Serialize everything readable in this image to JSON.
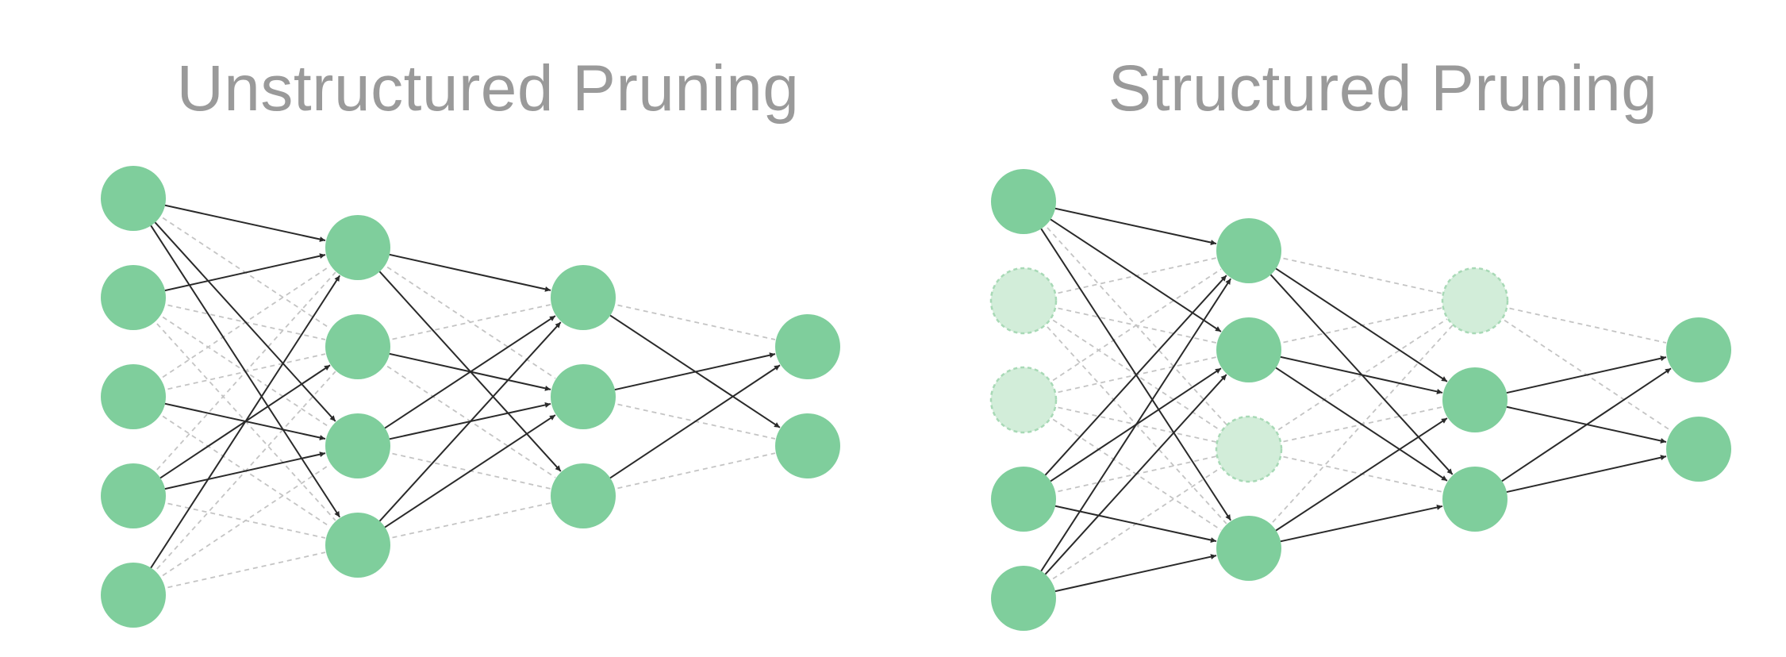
{
  "panels": {
    "unstructured": {
      "title": "Unstructured Pruning",
      "layers": [
        {
          "pruned": [
            false,
            false,
            false,
            false,
            false
          ]
        },
        {
          "pruned": [
            false,
            false,
            false,
            false
          ]
        },
        {
          "pruned": [
            false,
            false,
            false
          ]
        },
        {
          "pruned": [
            false,
            false
          ]
        }
      ],
      "kept_edges": [
        [
          [
            0,
            0
          ],
          [
            0,
            2
          ],
          [
            0,
            3
          ],
          [
            1,
            0
          ],
          [
            2,
            2
          ],
          [
            3,
            1
          ],
          [
            3,
            2
          ],
          [
            4,
            0
          ]
        ],
        [
          [
            0,
            0
          ],
          [
            0,
            2
          ],
          [
            1,
            1
          ],
          [
            2,
            0
          ],
          [
            2,
            1
          ],
          [
            3,
            0
          ],
          [
            3,
            1
          ]
        ],
        [
          [
            0,
            1
          ],
          [
            1,
            0
          ],
          [
            2,
            0
          ]
        ]
      ]
    },
    "structured": {
      "title": "Structured Pruning",
      "layers": [
        {
          "pruned": [
            false,
            true,
            true,
            false,
            false
          ]
        },
        {
          "pruned": [
            false,
            false,
            true,
            false
          ]
        },
        {
          "pruned": [
            true,
            false,
            false
          ]
        },
        {
          "pruned": [
            false,
            false
          ]
        }
      ],
      "kept_edges": "all-between-unpruned"
    }
  },
  "style": {
    "node_color": "#7fce9c",
    "pruned_node_fill": "#d2edd9",
    "pruned_node_stroke": "#a8d9b6",
    "kept_edge_color": "#2a2a2a",
    "pruned_edge_color": "#c4c4c4",
    "title_color": "#9a9a9a"
  }
}
